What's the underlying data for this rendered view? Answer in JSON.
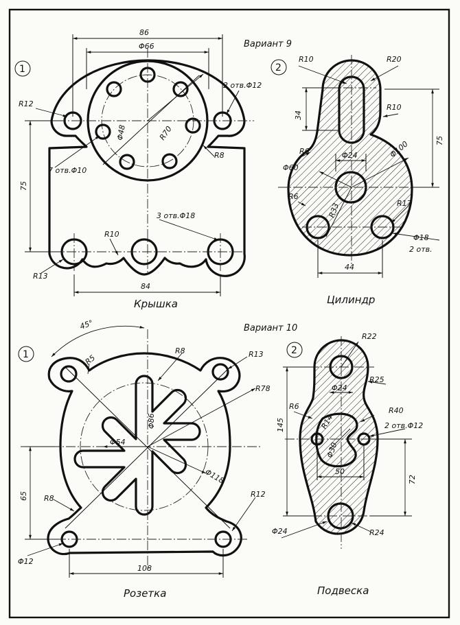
{
  "variants": [
    {
      "label": "Вариант 9"
    },
    {
      "label": "Вариант 10"
    }
  ],
  "part_numbers": [
    "1",
    "2"
  ],
  "parts": {
    "kryshka": {
      "title": "Крышка",
      "dims": {
        "d86": "86",
        "d66": "Φ66",
        "r12": "R12",
        "holes12": "2 отв.Φ12",
        "d48": "Φ48",
        "r70": "R70",
        "r8": "R8",
        "holes10": "7 отв.Φ10",
        "d75": "75",
        "holes18": "3 отв.Φ18",
        "r10": "R10",
        "r13": "R13",
        "d84": "84"
      }
    },
    "tsilindr": {
      "title": "Цилиндр",
      "dims": {
        "r10a": "R10",
        "r20": "R20",
        "r10b": "R10",
        "d34": "34",
        "d75": "75",
        "r6a": "R6",
        "d24": "Φ24",
        "d100": "Φ100",
        "d60": "Φ60",
        "r6b": "R6",
        "r33": "R33",
        "r17": "R17",
        "d18": "Φ18",
        "holes": "2 отв.",
        "d44": "44"
      }
    },
    "rozetka": {
      "title": "Розетка",
      "dims": {
        "a45": "45°",
        "r5": "R5",
        "r8a": "R8",
        "r13": "R13",
        "r78": "R78",
        "d86": "Φ86",
        "d54": "Φ54",
        "d118": "Φ118",
        "d65": "65",
        "r8b": "R8",
        "r12": "R12",
        "d12": "Φ12",
        "d108": "108"
      }
    },
    "podveska": {
      "title": "Подвеска",
      "dims": {
        "r22": "R22",
        "d24a": "Φ24",
        "r25": "R25",
        "r6": "R6",
        "r14": "R14",
        "r40": "R40",
        "holes": "2 отв.Φ12",
        "d145": "145",
        "d30": "Φ30",
        "d50": "50",
        "d72": "72",
        "d24b": "Φ24",
        "r24": "R24"
      }
    }
  }
}
